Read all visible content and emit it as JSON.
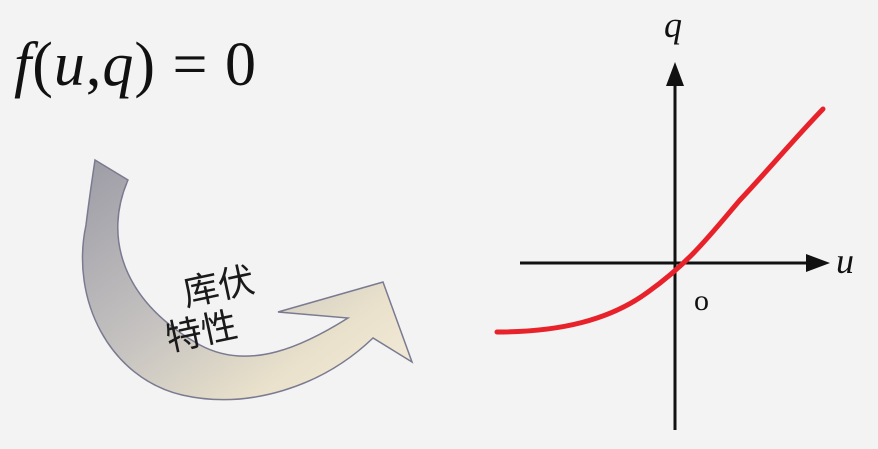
{
  "equation": {
    "func": "f",
    "open": "(",
    "arg1": "u",
    "comma": ",",
    "arg2": "q",
    "close": ")",
    "equals": " = ",
    "rhs": "0"
  },
  "arrow_label": {
    "line1": "库伏",
    "line2": "特性"
  },
  "plot": {
    "q_axis_label": "q",
    "u_axis_label": "u",
    "origin_label": "o",
    "curve_color": "#e8222a",
    "axis_color": "#111111"
  },
  "colors": {
    "background": "#f3f3f3",
    "arrow_gray": "#a9a9b0",
    "arrow_cream": "#efe7cf"
  }
}
